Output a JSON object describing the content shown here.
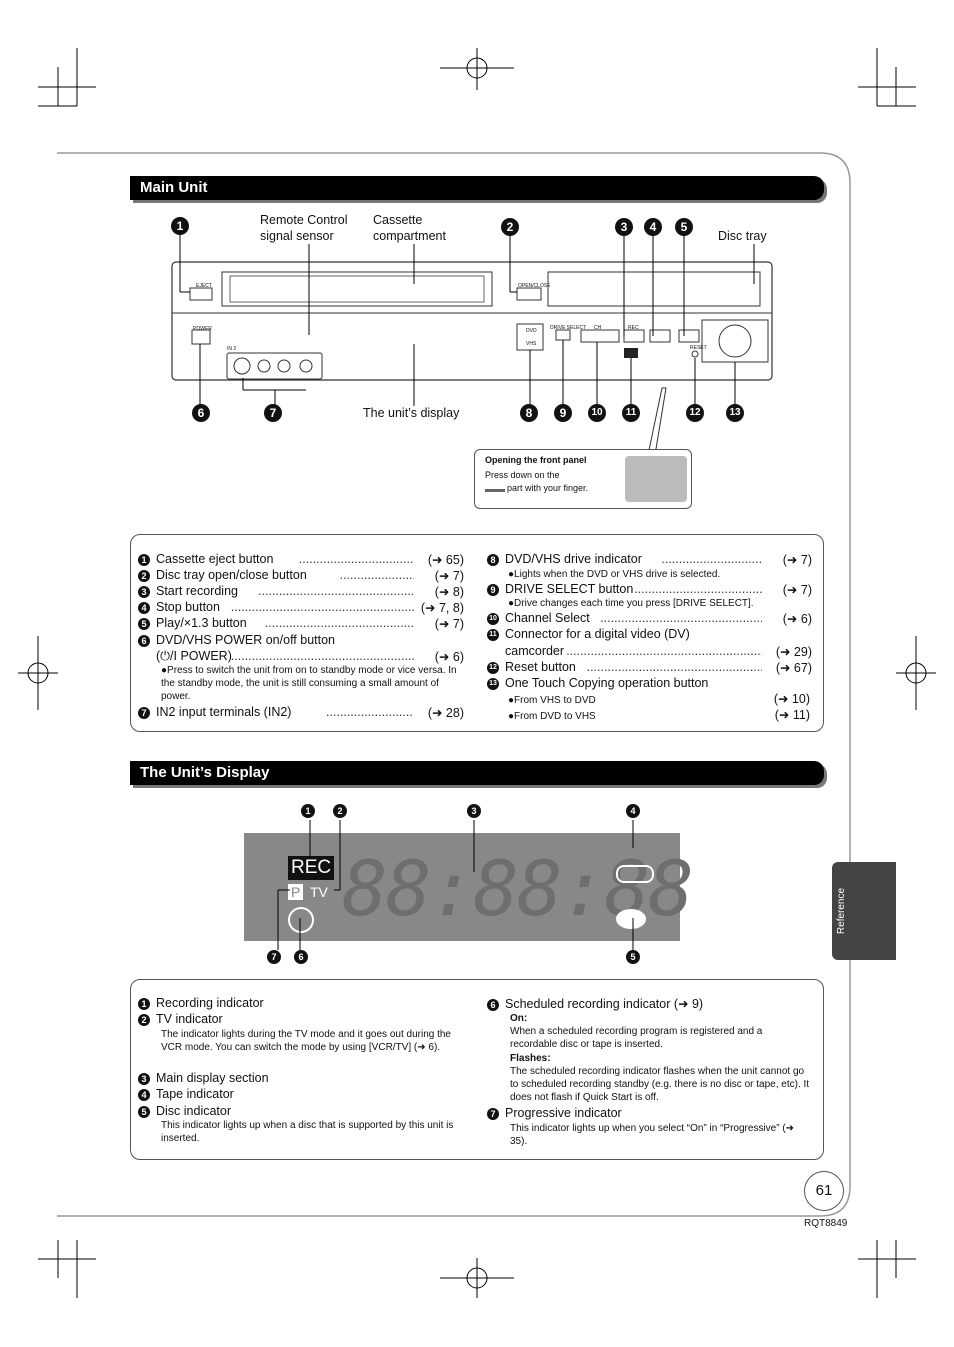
{
  "section1": {
    "title": "Main Unit"
  },
  "diagram_labels": {
    "remote": "Remote Control\nsignal sensor",
    "cassette": "Cassette\ncompartment",
    "disc_tray": "Disc tray",
    "display": "The unit’s display",
    "panel_title": "Opening the front panel",
    "panel_text1": "Press down on the",
    "panel_text2": "part with your finger.",
    "eject": "EJECT",
    "open_close": "OPEN/CLOSE",
    "power": "POWER",
    "dvd": "DVD",
    "vhs": "VHS",
    "drive_select": "DRIVE SELECT",
    "ch": "CH",
    "rec": "REC",
    "reset": "RESET",
    "in2": "IN 2"
  },
  "main_items_left": [
    {
      "n": "1",
      "text": "Cassette eject button",
      "ref": "(➜ 65)"
    },
    {
      "n": "2",
      "text": "Disc tray open/close button",
      "ref": "(➜ 7)"
    },
    {
      "n": "3",
      "text": "Start recording",
      "ref": "(➜ 8)"
    },
    {
      "n": "4",
      "text": "Stop button",
      "ref": "(➜ 7, 8)"
    },
    {
      "n": "5",
      "text": "Play/×1.3 button",
      "ref": "(➜ 7)"
    },
    {
      "n": "6",
      "text": "DVD/VHS POWER on/off button",
      "ref": ""
    },
    {
      "n": "",
      "text": "(⏻/I POWER)",
      "ref": "(➜ 6)"
    },
    {
      "n": "7",
      "text": "IN2 input terminals (IN2)",
      "ref": "(➜ 28)"
    }
  ],
  "main_note_power": "●Press to switch the unit from on to standby mode or vice versa. In the standby mode, the unit is still consuming a small amount of power.",
  "main_items_right": [
    {
      "n": "8",
      "text": "DVD/VHS drive indicator",
      "ref": "(➜ 7)"
    },
    {
      "n": "9",
      "text": "DRIVE SELECT button",
      "ref": "(➜ 7)"
    },
    {
      "n": "10",
      "text": "Channel Select",
      "ref": "(➜ 6)"
    },
    {
      "n": "11",
      "text": "Connector for a digital video (DV)",
      "ref": ""
    },
    {
      "n": "",
      "text": "camcorder",
      "ref": "(➜ 29)"
    },
    {
      "n": "12",
      "text": "Reset button",
      "ref": "(➜ 67)"
    },
    {
      "n": "13",
      "text": "One Touch Copying operation button",
      "ref": ""
    }
  ],
  "main_notes_right": {
    "drive_indicator": "●Lights when the DVD or VHS drive is selected.",
    "drive_select": "●Drive changes each time you press [DRIVE SELECT].",
    "vhs_dvd": "●From VHS to DVD",
    "vhs_dvd_ref": "(➜ 10)",
    "dvd_vhs": "●From DVD to VHS",
    "dvd_vhs_ref": "(➜ 11)"
  },
  "section2": {
    "title": "The Unit’s Display"
  },
  "display": {
    "rec": "REC",
    "p": "P",
    "tv": "TV",
    "digits": "88:88:88"
  },
  "display_items_left": [
    {
      "n": "1",
      "text": "Recording indicator"
    },
    {
      "n": "2",
      "text": "TV indicator"
    },
    {
      "n": "3",
      "text": "Main display section"
    },
    {
      "n": "4",
      "text": "Tape indicator"
    },
    {
      "n": "5",
      "text": "Disc indicator"
    }
  ],
  "display_notes_left": {
    "tv": "The indicator lights during the TV mode and it goes out during the VCR mode. You can switch the mode by using [VCR/TV] (➜ 6).",
    "disc": "This indicator lights up when a disc that is supported by this unit is inserted."
  },
  "display_items_right": [
    {
      "n": "6",
      "text": "Scheduled recording indicator (➜ 9)"
    },
    {
      "n": "7",
      "text": "Progressive indicator"
    }
  ],
  "display_notes_right": {
    "on_label": "On:",
    "on_text": "When a scheduled recording program is registered and a recordable disc or tape is inserted.",
    "flash_label": "Flashes:",
    "flash_text": "The scheduled recording indicator flashes when the unit cannot go to scheduled recording standby (e.g. there is no disc or tape, etc). It does not flash if Quick Start is off.",
    "prog": "This indicator lights up when you select “On” in “Progressive” (➜ 35)."
  },
  "side_tab": "Reference",
  "page_number": "61",
  "doc_code": "RQT8849"
}
